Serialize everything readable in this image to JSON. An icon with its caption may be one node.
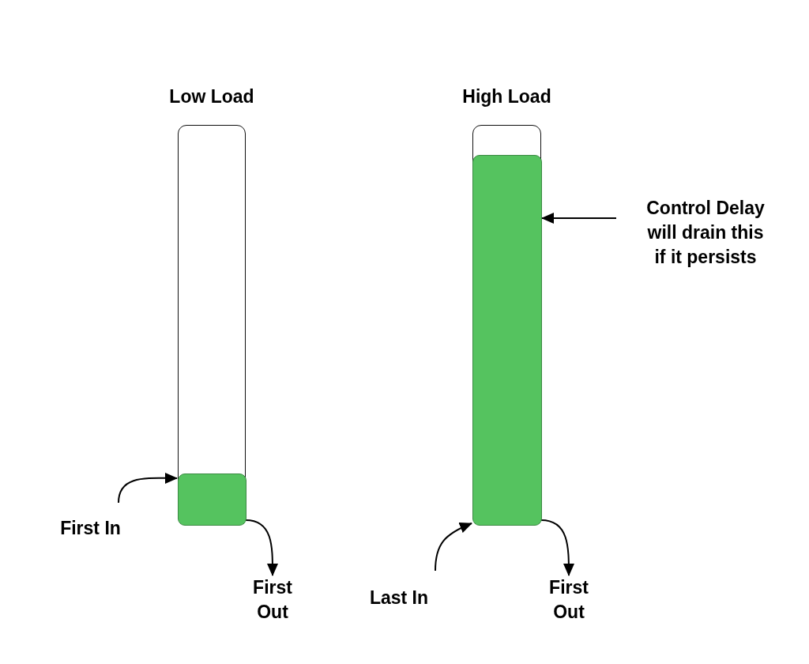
{
  "diagram": {
    "nodes": [
      {
        "text": [
          "Low Load"
        ]
      },
      {
        "text": [],
        "shape": "bar",
        "in": 0
      },
      {
        "text": [
          "High Load"
        ]
      },
      {
        "text": [],
        "shape": "bar",
        "in": 2
      },
      {
        "text": [
          "First In"
        ]
      },
      {
        "text": [
          "First Out"
        ]
      },
      {
        "text": [
          "Last In"
        ]
      },
      {
        "text": [
          "First Out"
        ]
      },
      {
        "text": [
          "Control Delay will drain this if it persists"
        ]
      }
    ],
    "edges": [
      {
        "from": 4,
        "to": 1,
        "arrow": "to"
      },
      {
        "from": 1,
        "to": 5,
        "arrow": "to"
      },
      {
        "from": 6,
        "to": 3,
        "arrow": "to"
      },
      {
        "from": 3,
        "to": 7,
        "arrow": "to"
      },
      {
        "from": 8,
        "to": 3,
        "arrow": "to"
      }
    ]
  }
}
